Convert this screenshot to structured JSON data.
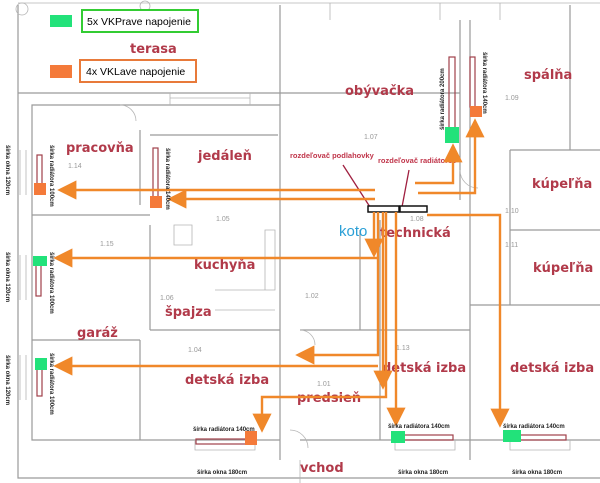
{
  "legend": [
    {
      "label": "5x VKPrave napojenie",
      "color": "#22e27a"
    },
    {
      "label": "4x VKLave napojenie",
      "color": "#f47a3a"
    }
  ],
  "rooms": {
    "terasa": "terasa",
    "pracovna": "pracovňa",
    "jedalen": "jedáleň",
    "obyvacka": "obývačka",
    "spalna": "spálňa",
    "kupelna1": "kúpeľňa",
    "kupelna2": "kúpeľňa",
    "kuchyna": "kuchyňa",
    "spajza": "špajza",
    "garaz": "garáž",
    "detska1": "detská izba",
    "detska2": "detská izba",
    "detska3": "detská izba",
    "predsien": "predsieň",
    "vchod": "vchod",
    "technicka": "technická",
    "koto": "koto"
  },
  "numbers": {
    "n114": "1.14",
    "n105": "1.05",
    "n115": "1.15",
    "n106": "1.06",
    "n104": "1.04",
    "n107": "1.07",
    "n109": "1.09",
    "n110": "1.10",
    "n111": "1.11",
    "n108": "1.08",
    "n102": "1.02",
    "n101": "1.01",
    "n113": "1.13"
  },
  "annotations": {
    "podlahovky": "rozdeľovač podlahovky",
    "radiatorov": "rozdeľovač radiátorov"
  },
  "dims": {
    "okno120": "šírka okna 120cm",
    "okno180": "šírka okna 180cm",
    "rad100": "šírka radiátora 100cm",
    "rad140": "šírka radiátora 140cm",
    "rad200": "šírka radiátora 200cm"
  },
  "colors": {
    "pipe": "#f0882a",
    "green": "#22e27a",
    "orange": "#f47a3a",
    "koto": "#2a9fd6"
  }
}
